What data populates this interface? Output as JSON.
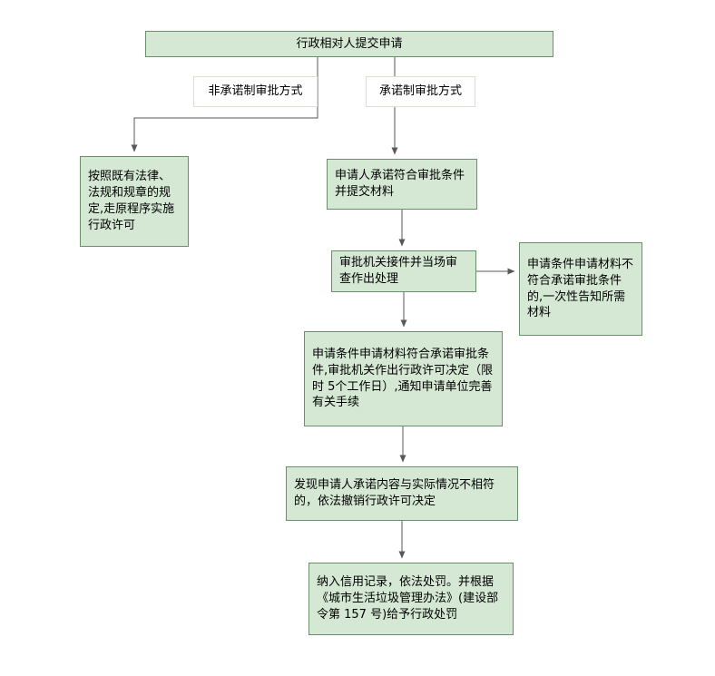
{
  "diagram": {
    "type": "flowchart",
    "colors": {
      "node_fill": "#d5e8d4",
      "node_border": "#6c8f6b",
      "label_fill": "#ffffff",
      "label_border": "#e3ddd0",
      "line": "#595959",
      "text": "#000000"
    },
    "nodes": {
      "start": {
        "label": "行政相对人提交申请"
      },
      "branch_left_label": {
        "label": "非承诺制审批方式"
      },
      "branch_right_label": {
        "label": "承诺制审批方式"
      },
      "legacy_procedure": {
        "label": "按照既有法律、法规和规章的规定,走原程序实施行政许可"
      },
      "promise_submit": {
        "label": "申请人承诺符合审批条件并提交材料"
      },
      "accept_review": {
        "label": "审批机关接件并当场审查作出处理"
      },
      "not_meet_notify": {
        "label": "申请条件申请材料不符合承诺审批条件的,一次性告知所需材料"
      },
      "meet_decide": {
        "label": "申请条件申请材料符合承诺审批条件,审批机关作出行政许可决定（限时 5个工作日）,通知申请单位完善有关手续"
      },
      "revoke_license": {
        "label": "发现申请人承诺内容与实际情况不相符的，依法撤销行政许可决定"
      },
      "credit_punish": {
        "label": "纳入信用记录，依法处罚。并根据《城市生活垃圾管理办法》(建设部令第 157 号)给予行政处罚"
      }
    },
    "edges": [
      {
        "from": "start",
        "to": "legacy_procedure",
        "via_label": "非承诺制审批方式"
      },
      {
        "from": "start",
        "to": "promise_submit",
        "via_label": "承诺制审批方式"
      },
      {
        "from": "promise_submit",
        "to": "accept_review"
      },
      {
        "from": "accept_review",
        "to": "not_meet_notify"
      },
      {
        "from": "accept_review",
        "to": "meet_decide"
      },
      {
        "from": "meet_decide",
        "to": "revoke_license"
      },
      {
        "from": "revoke_license",
        "to": "credit_punish"
      }
    ]
  }
}
